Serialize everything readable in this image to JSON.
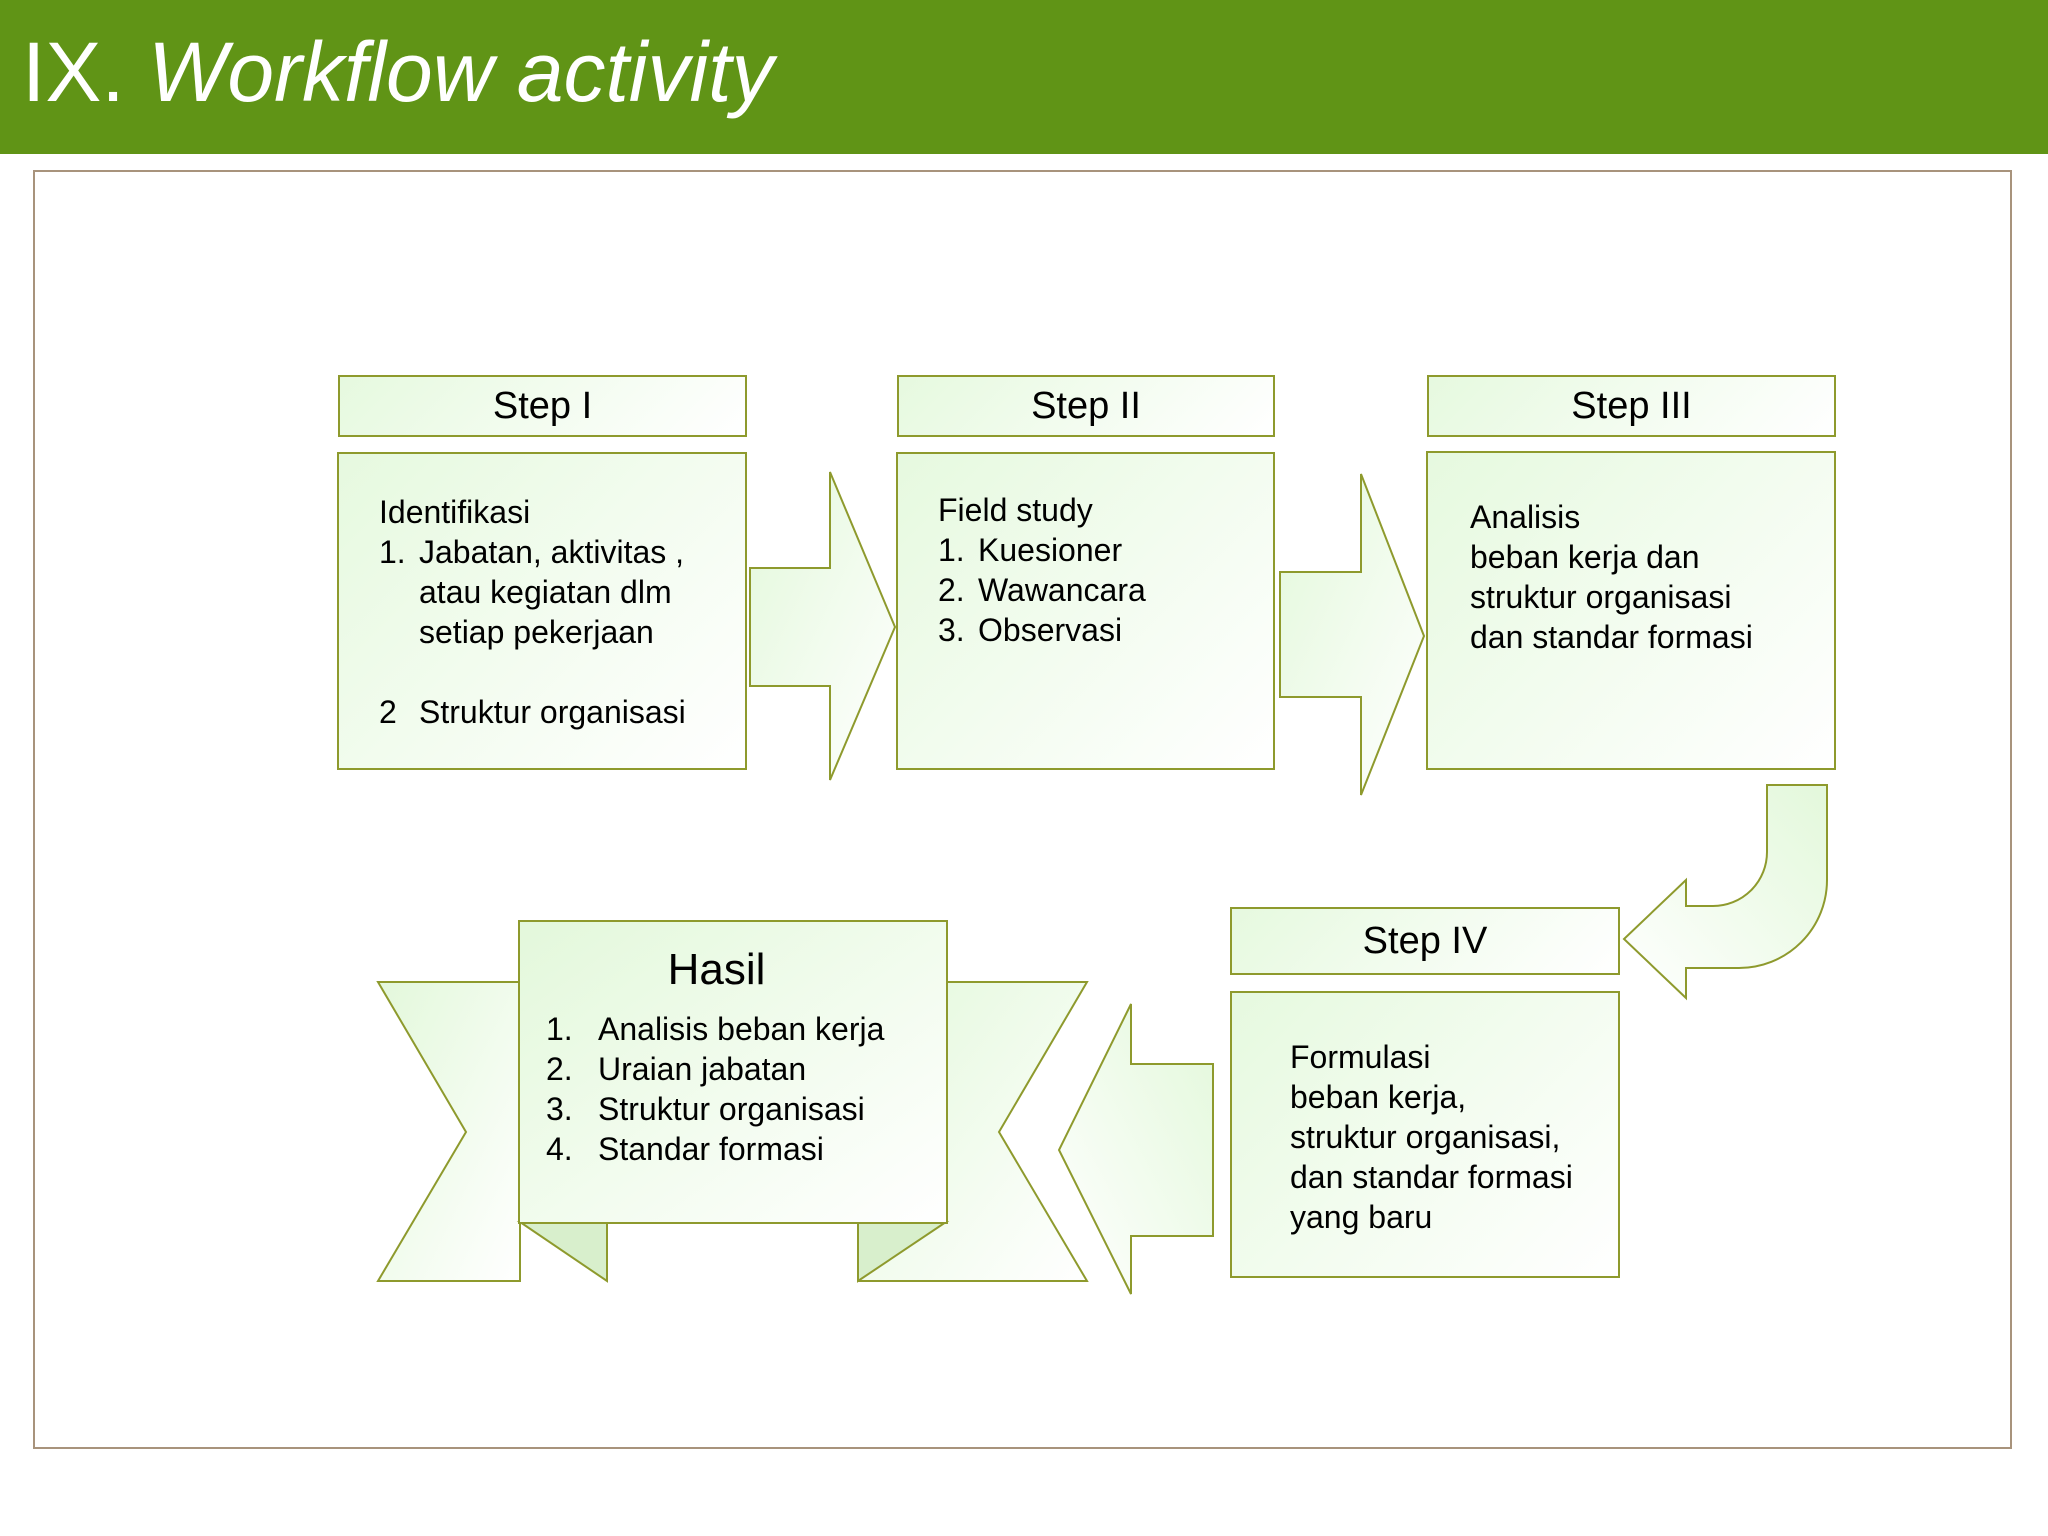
{
  "slide": {
    "title_num": "IX.",
    "title_text": "Workflow activity"
  },
  "colors": {
    "title_bar": "#609416",
    "shape_stroke": "#8e9a2d",
    "shape_fill": "#e6f9df",
    "frame_border": "#a8937c"
  },
  "steps": [
    {
      "header": "Step I",
      "heading": "Identifikasi",
      "items": [
        {
          "num": "1.",
          "text": "Jabatan, aktivitas , atau kegiatan dlm setiap pekerjaan"
        },
        {
          "num": "2",
          "text": "Struktur organisasi"
        }
      ]
    },
    {
      "header": "Step II",
      "heading": "Field study",
      "items": [
        {
          "num": "1.",
          "text": "Kuesioner"
        },
        {
          "num": "2.",
          "text": "Wawancara"
        },
        {
          "num": "3.",
          "text": "Observasi"
        }
      ]
    },
    {
      "header": "Step III",
      "lines": [
        "Analisis",
        "beban kerja dan",
        "struktur organisasi",
        "dan standar formasi"
      ]
    },
    {
      "header": "Step IV",
      "lines": [
        "Formulasi",
        "beban kerja,",
        "struktur organisasi,",
        "dan standar formasi",
        "yang baru"
      ]
    }
  ],
  "hasil": {
    "title": "Hasil",
    "items": [
      {
        "num": "1.",
        "text": "Analisis beban kerja"
      },
      {
        "num": "2.",
        "text": "Uraian jabatan"
      },
      {
        "num": "3.",
        "text": "Struktur organisasi"
      },
      {
        "num": "4.",
        "text": "Standar formasi"
      }
    ]
  }
}
